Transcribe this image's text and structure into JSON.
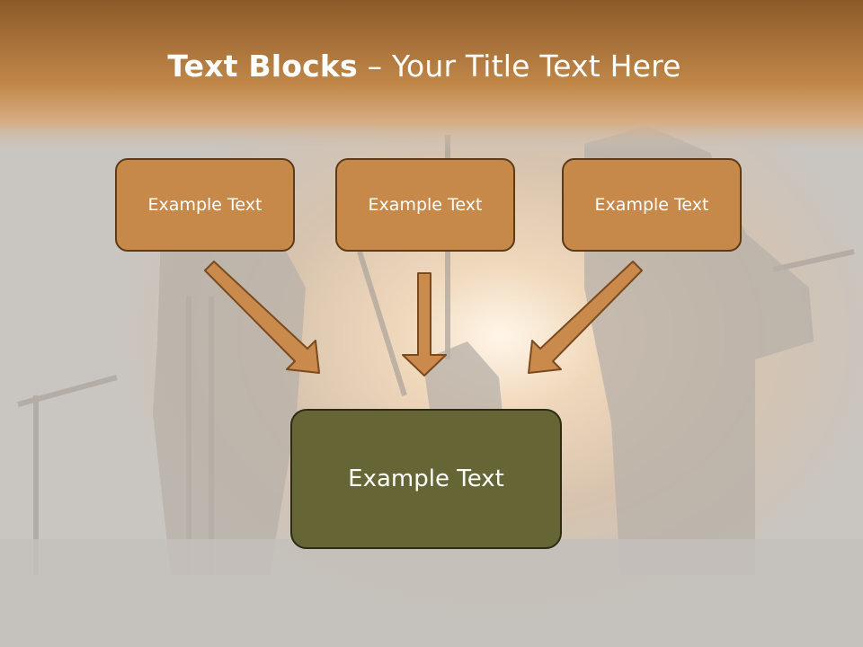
{
  "slide": {
    "title_bold": "Text Blocks",
    "title_dash": " – ",
    "title_rest": "Your Title Text Here"
  },
  "top_blocks": [
    {
      "label": "Example Text"
    },
    {
      "label": "Example Text"
    },
    {
      "label": "Example Text"
    }
  ],
  "bottom_block": {
    "label": "Example Text"
  },
  "colors": {
    "top_block_fill": "#c78949",
    "top_block_border": "#5d3a18",
    "bottom_block_fill": "#666535",
    "arrow_fill": "#c98a4b",
    "arrow_stroke": "#7a4a20",
    "header_band": "#b47a3a"
  }
}
